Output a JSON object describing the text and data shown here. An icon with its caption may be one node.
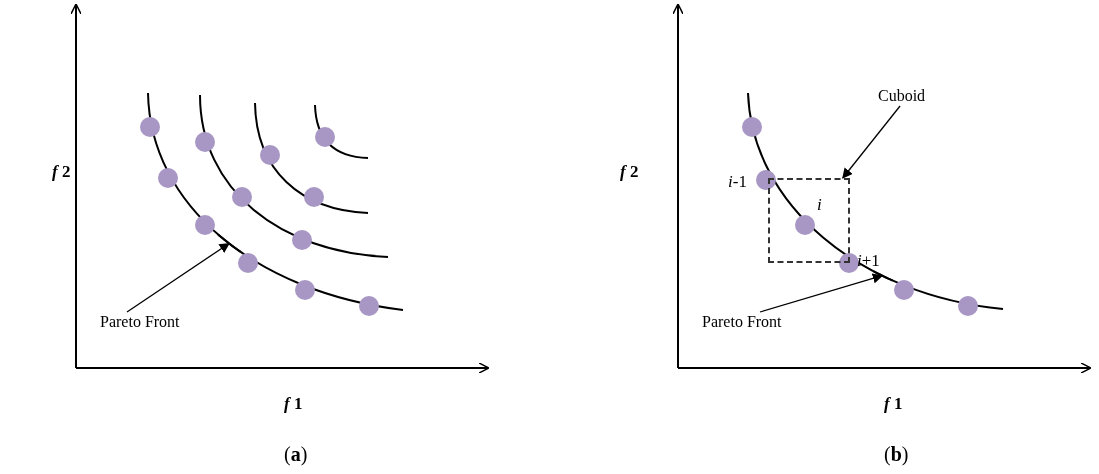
{
  "diagram": {
    "nodes": [
      {
        "text": [
          "Pareto Front"
        ]
      },
      {
        "text": [
          "Cuboid"
        ]
      },
      {
        "text": [],
        "shape": "box"
      },
      {
        "text": [
          "Pareto Front"
        ]
      },
      {
        "text": [],
        "shape": "curve"
      },
      {
        "text": [],
        "shape": "curve"
      }
    ],
    "edges": [
      {
        "from": 0,
        "to": 4,
        "arrow": "to"
      },
      {
        "from": 1,
        "to": 2,
        "arrow": "to"
      },
      {
        "from": 3,
        "to": 5,
        "arrow": "to"
      }
    ],
    "labels": [
      "*f* 2",
      "*f* 2",
      "*i*-1",
      "*i*",
      "*i*+1",
      "*f* 1",
      "*f* 1",
      "(**a**)",
      "(**b**)"
    ]
  }
}
